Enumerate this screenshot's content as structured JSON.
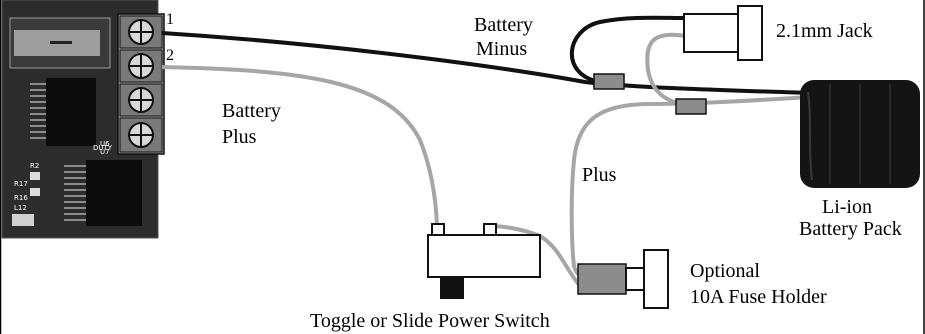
{
  "terminals": {
    "pin1": "1",
    "pin2": "2"
  },
  "labels": {
    "battery_minus_line1": "Battery",
    "battery_minus_line2": "Minus",
    "battery_plus_line1": "Battery",
    "battery_plus_line2": "Plus",
    "jack": "2.1mm Jack",
    "pack_line1": "Li-ion",
    "pack_line2": "Battery Pack",
    "plus": "Plus",
    "fuse_line1": "Optional",
    "fuse_line2": "10A Fuse Holder",
    "switch": "Toggle or Slide Power Switch"
  },
  "pcb_markings": {
    "u6": "U6",
    "u7": "U7",
    "duty": "DUTY",
    "r2": "R2",
    "r17": "R17",
    "r16": "R16",
    "l12": "L12"
  },
  "colors": {
    "black_wire": "#111111",
    "gray_wire": "#a6a6a6",
    "connector_gray": "#8c8c8c",
    "pcb": "#2a2a2a",
    "terminal_block": "#9a9a9a"
  }
}
